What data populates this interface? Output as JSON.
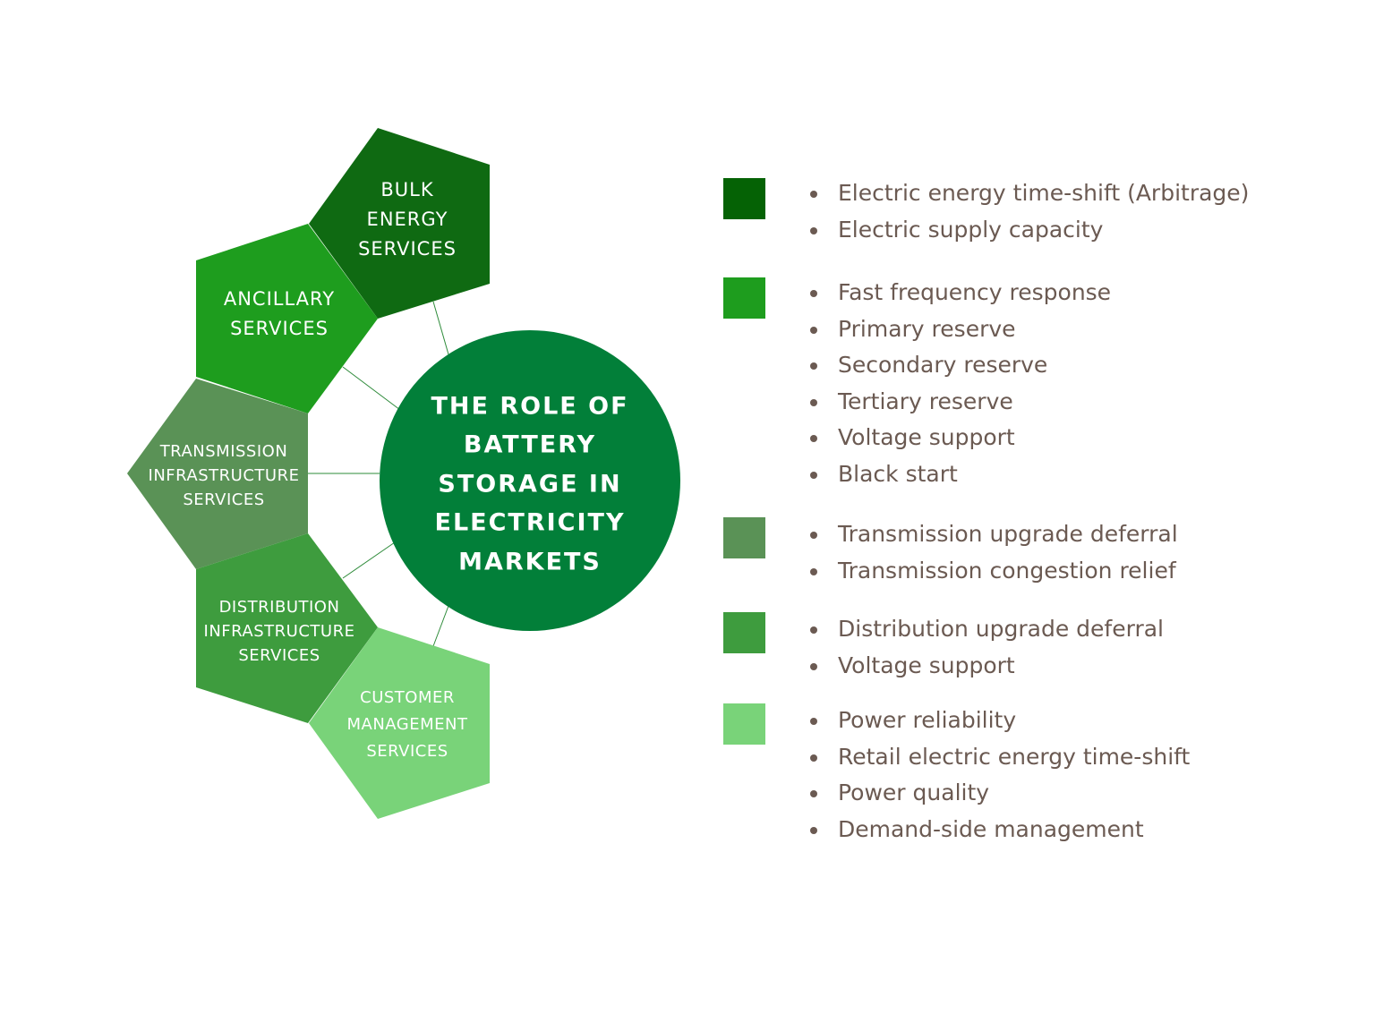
{
  "diagram": {
    "center_label": [
      "THE ROLE OF",
      "BATTERY",
      "STORAGE IN",
      "ELECTRICITY",
      "MARKETS"
    ],
    "center_color": "#027f39",
    "pentagons": [
      {
        "id": "bulk",
        "color": "#0f6a12",
        "label_lines": [
          "BULK",
          "ENERGY",
          "SERVICES"
        ]
      },
      {
        "id": "ancillary",
        "color": "#1e9d1e",
        "label_lines": [
          "ANCILLARY",
          "SERVICES"
        ]
      },
      {
        "id": "transmission",
        "color": "#5a9256",
        "label_lines": [
          "TRANSMISSION",
          "INFRASTRUCTURE",
          "SERVICES"
        ]
      },
      {
        "id": "distribution",
        "color": "#3e9c3e",
        "label_lines": [
          "DISTRIBUTION",
          "INFRASTRUCTURE",
          "SERVICES"
        ]
      },
      {
        "id": "customer",
        "color": "#79d379",
        "label_lines": [
          "CUSTOMER",
          "MANAGEMENT",
          "SERVICES"
        ]
      }
    ]
  },
  "legend": [
    {
      "color": "#056205",
      "items": [
        "Electric energy time-shift (Arbitrage)",
        "Electric supply capacity"
      ]
    },
    {
      "color": "#1e9d1e",
      "items": [
        "Fast frequency response",
        "Primary reserve",
        "Secondary reserve",
        "Tertiary reserve",
        "Voltage support",
        "Black start"
      ]
    },
    {
      "color": "#5a9256",
      "items": [
        "Transmission upgrade deferral",
        "Transmission congestion relief"
      ]
    },
    {
      "color": "#3e9c3e",
      "items": [
        "Distribution upgrade deferral",
        "Voltage support"
      ]
    },
    {
      "color": "#79d379",
      "items": [
        "Power reliability",
        "Retail electric energy time-shift",
        "Power quality",
        "Demand-side management"
      ]
    }
  ]
}
